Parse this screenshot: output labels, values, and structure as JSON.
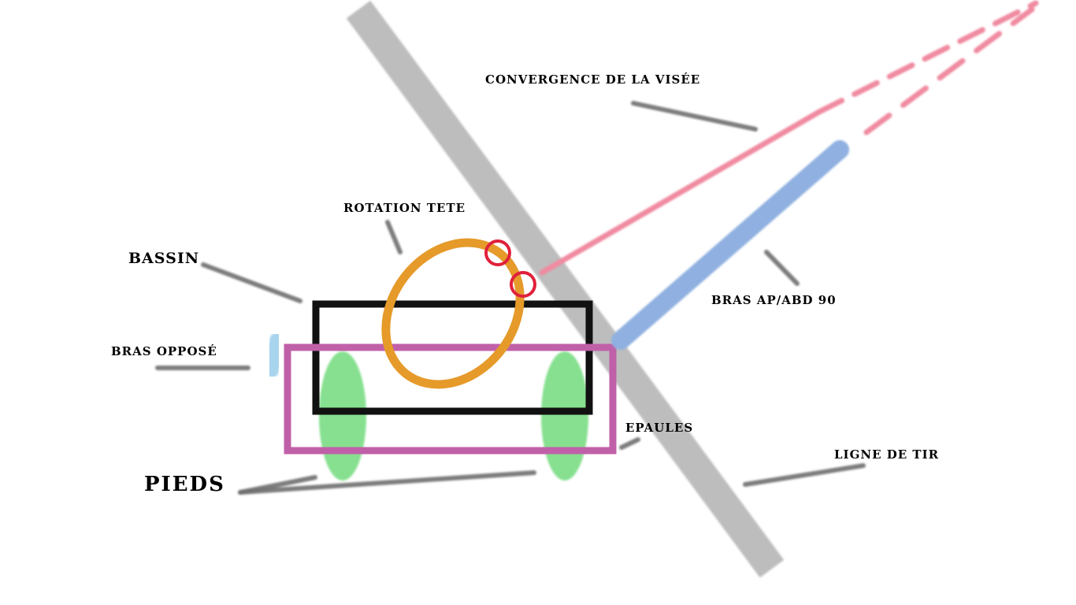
{
  "labels": {
    "convergence": "CONVERGENCE DE LA VISÉE",
    "rotation": "ROTATION TETE",
    "bassin": "BASSIN",
    "bras_oppose": "BRAS OPPOSÉ",
    "bras_ap_abd": "BRAS AP/ABD 90",
    "epaules": "EPAULES",
    "ligne_de_tir": "LIGNE DE TIR",
    "pieds": "PIEDS"
  },
  "colors": {
    "background": "#ffffff",
    "shooting_line": "#bdbdbd",
    "pelvis": "#111111",
    "shoulders": "#c060a8",
    "head": "#e59a2a",
    "eyes": "#e0203a",
    "sight_line": "#f08aa0",
    "arm": "#8fb0e0",
    "opposite_arm": "#a8d4ee",
    "feet": "#86e08f",
    "leader_lines": "#6e6e6e"
  }
}
